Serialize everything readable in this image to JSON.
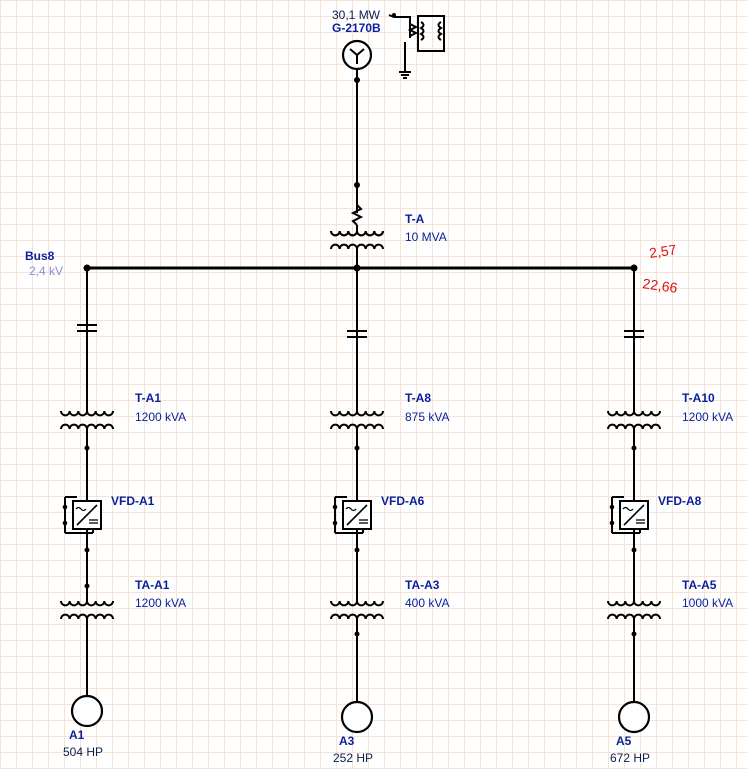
{
  "generator": {
    "power": "30,1 MW",
    "name": "G-2170B"
  },
  "main_transformer": {
    "name": "T-A",
    "rating": "10 MVA"
  },
  "bus": {
    "name": "Bus8",
    "voltage": "2,4 kV"
  },
  "annotations": [
    "2,57",
    "22,66"
  ],
  "feeders": [
    {
      "transformer": {
        "name": "T-A1",
        "rating": "1200 kVA"
      },
      "vfd": "VFD-A1",
      "output_transformer": {
        "name": "TA-A1",
        "rating": "1200 kVA"
      },
      "motor": {
        "name": "A1",
        "rating": "504 HP"
      }
    },
    {
      "transformer": {
        "name": "T-A8",
        "rating": "875 kVA"
      },
      "vfd": "VFD-A6",
      "output_transformer": {
        "name": "TA-A3",
        "rating": "400 kVA"
      },
      "motor": {
        "name": "A3",
        "rating": "252 HP"
      }
    },
    {
      "transformer": {
        "name": "T-A10",
        "rating": "1200 kVA"
      },
      "vfd": "VFD-A8",
      "output_transformer": {
        "name": "TA-A5",
        "rating": "1000 kVA"
      },
      "motor": {
        "name": "A5",
        "rating": "672 HP"
      }
    }
  ],
  "colors": {
    "line": "#000000",
    "label": "#0a1e9c",
    "voltage": "#8c8cd8",
    "annotation": "#e01010"
  }
}
